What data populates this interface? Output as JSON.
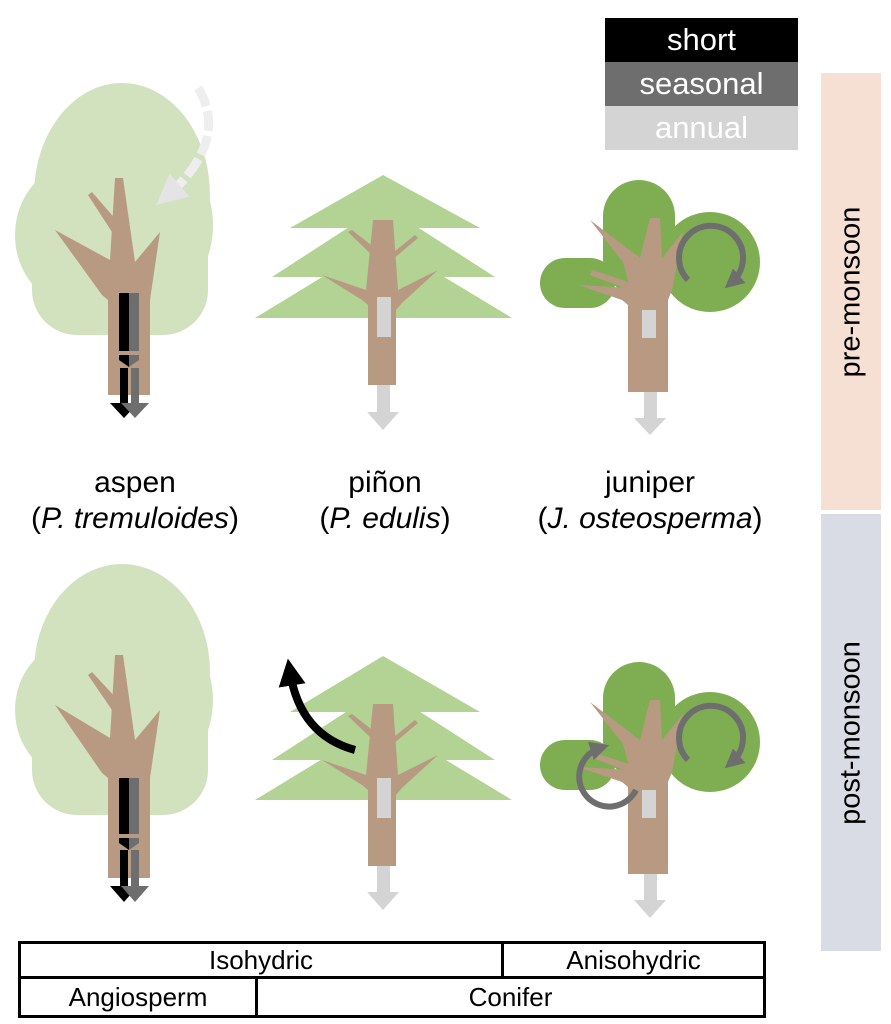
{
  "legend": {
    "items": [
      {
        "label": "short",
        "color": "#000000"
      },
      {
        "label": "seasonal",
        "color": "#6e6e6e"
      },
      {
        "label": "annual",
        "color": "#d4d4d4"
      }
    ]
  },
  "periods": [
    {
      "label": "pre-monsoon",
      "color": "#f6e0d3"
    },
    {
      "label": "post-monsoon",
      "color": "#d9dce4"
    }
  ],
  "species": [
    {
      "common": "aspen",
      "latin": "P. tremuloides"
    },
    {
      "common": "piñon",
      "latin": "P. edulis"
    },
    {
      "common": "juniper",
      "latin": "J. osteosperma"
    }
  ],
  "classification": {
    "row1": [
      {
        "label": "Isohydric"
      },
      {
        "label": "Anisohydric"
      }
    ],
    "row2": [
      {
        "label": "Angiosperm"
      },
      {
        "label": "Conifer"
      }
    ]
  },
  "colors": {
    "trunk": "#b89a82",
    "aspen_canopy": "#d2e2bf",
    "pinon_canopy": "#b2d394",
    "juniper_canopy": "#7fae52",
    "arrow_gray": "#6e6e6e",
    "arrow_light": "#d4d4d4"
  }
}
